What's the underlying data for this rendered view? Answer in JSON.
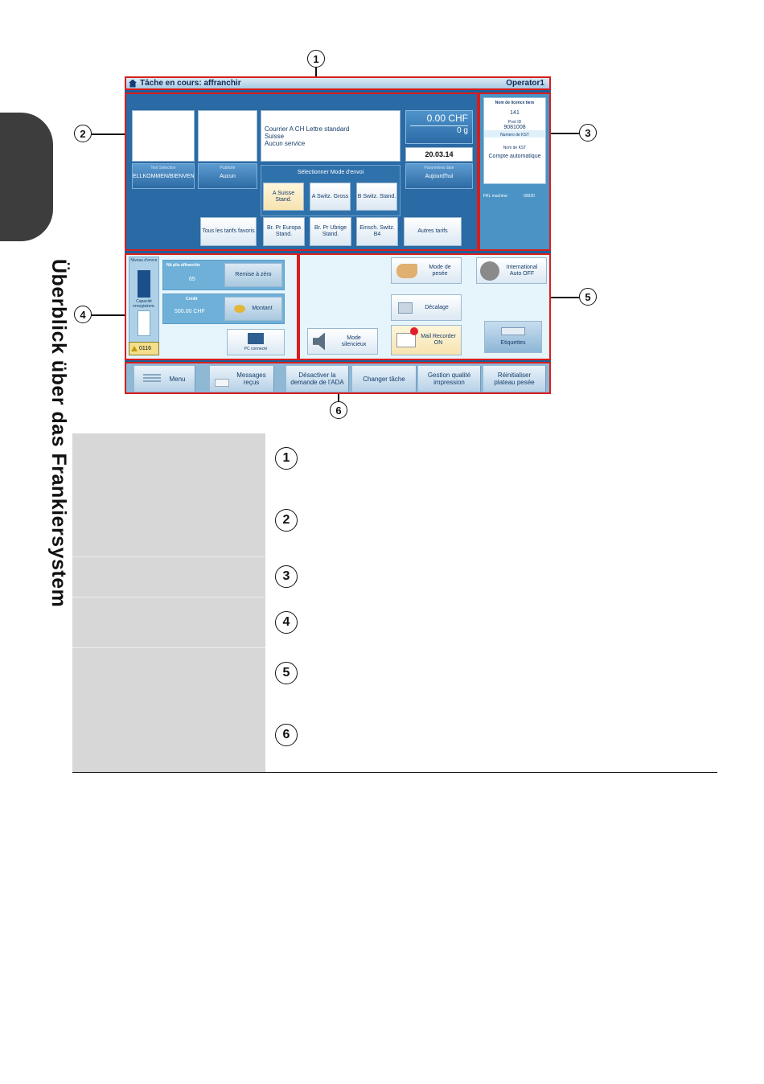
{
  "side_title": "Überblick über das Frankiersystem",
  "callouts": [
    "1",
    "2",
    "3",
    "4",
    "5",
    "6"
  ],
  "screen": {
    "header": {
      "task": "Tâche en cours: affranchir",
      "operator": "Operator1"
    },
    "zone2": {
      "text_selection_label": "Text Selection",
      "text_selection_value": "ELLKOMMEN/BIENVEN",
      "publicite_label": "Publicité",
      "publicite_value": "Aucun",
      "mail_info": [
        "Courrier A CH Lettre standard",
        "Suisse",
        "Aucun service"
      ],
      "amount": "0.00 CHF",
      "weight": "0 g",
      "date": "20.03.14",
      "date_params_label": "Paramètres date",
      "date_params_value": "Aujourd'hui",
      "send_mode_label": "Sélectionner Mode d'envoi",
      "modes": [
        "A Suisse Stand.",
        "A Switz. Gross",
        "B Switz. Stand."
      ],
      "tariffs": [
        "Tous les tarifs favoris",
        "Br. Pr Europa Stand.",
        "Br. Pr Ubrige Stand.",
        "Einsch. Switz. B4",
        "Autres tarifs"
      ]
    },
    "zone3": {
      "licence_label": "Nom de licence tiers",
      "licence_value": "141",
      "post_id_label": "Post ID",
      "post_id_value": "9081008",
      "kst_number_label": "Numero de KST",
      "kst_name_label": "Nom de KST",
      "kst_name_value": "Compte automatique",
      "frl_label": "FRL machine:",
      "frl_value": "00020"
    },
    "zone4": {
      "ink_label": "Niveau d'encre",
      "capacity_label": "Capacité enregistrem.",
      "counter": "0116",
      "pieces_label": "Nb plis affranchis",
      "pieces_value": "65",
      "reset_label": "Remise à zéro",
      "credit_label": "Crédit",
      "credit_value": "500.00 CHF",
      "amount_label": "Montant",
      "pc_label": "PC connecté"
    },
    "zone5": {
      "weigh_mode": "Mode de pesée",
      "international": "International Auto OFF",
      "offset": "Décalage",
      "silent": "Mode silencieux",
      "mail_recorder": "Mail Recorder ON",
      "labels": "Etiquettes"
    },
    "toolbar": [
      "Menu",
      "Messages reçus",
      "Désactiver la demande de l'ADA",
      "Changer tâche",
      "Gestion qualité impression",
      "Réinitialiser plateau pesée"
    ]
  },
  "colors": {
    "frame_red": "#d81d1d",
    "screen_blue": "#1e5f9a",
    "legend_grey": "#d7d7d7"
  }
}
